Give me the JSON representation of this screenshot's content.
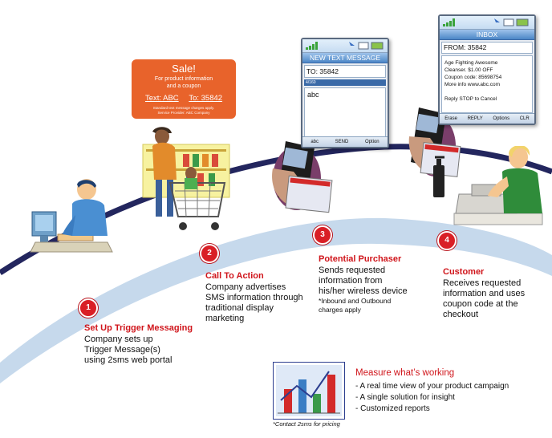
{
  "sale_sign": {
    "title": "Sale!",
    "subtitle": "For product information\nand a coupon",
    "text_keyword": "Text: ABC",
    "to_number": "To: 35842",
    "fine_print": "Standard text message charges apply.\nService Provider: ABC Company"
  },
  "phone_new": {
    "header": "NEW TEXT MESSAGE",
    "to": "TO:  35842",
    "counter": "4/160",
    "body": "abc",
    "keys": [
      "abc",
      "SEND",
      "Option"
    ]
  },
  "phone_inbox": {
    "header": "INBOX",
    "from": "FROM:  35842",
    "lines": [
      "Age Fighting Awesome",
      "Cleanser. $1.00 OFF",
      "Coupon code: 85698754",
      "More info www.abc.com"
    ],
    "reply_stop": "Reply STOP to Cancel",
    "keys": [
      "Erase",
      "REPLY",
      "Options",
      "CLR"
    ]
  },
  "steps": [
    {
      "number": "1",
      "title": "Set Up Trigger Messaging",
      "description": "Company sets up\nTrigger Message(s)\nusing 2sms web portal"
    },
    {
      "number": "2",
      "title": "Call To Action",
      "description": "Company advertises\nSMS information through\ntraditional display\nmarketing"
    },
    {
      "number": "3",
      "title": "Potential Purchaser",
      "description": "Sends requested\ninformation from\nhis/her wireless device",
      "note": "*Inbound and Outbound\n  charges apply"
    },
    {
      "number": "4",
      "title": "Customer",
      "description": "Receives requested\ninformation and uses\ncoupon code at the\ncheckout"
    }
  ],
  "measure": {
    "title": "Measure what’s working",
    "items": [
      "-  A real time view of your product campaign",
      "-  A single solution for insight",
      "-  Customized reports"
    ],
    "contact": "*Contact 2sms for pricing"
  },
  "colors": {
    "accent_red": "#d0151b",
    "curve_fill": "#c6d9ec",
    "curve_line": "#23265e",
    "sale_orange": "#e8632b"
  },
  "icons": [
    "computer-user-icon",
    "shopper-cart-icon",
    "hand-phone-icon",
    "cashier-register-icon",
    "bar-chart-icon"
  ]
}
